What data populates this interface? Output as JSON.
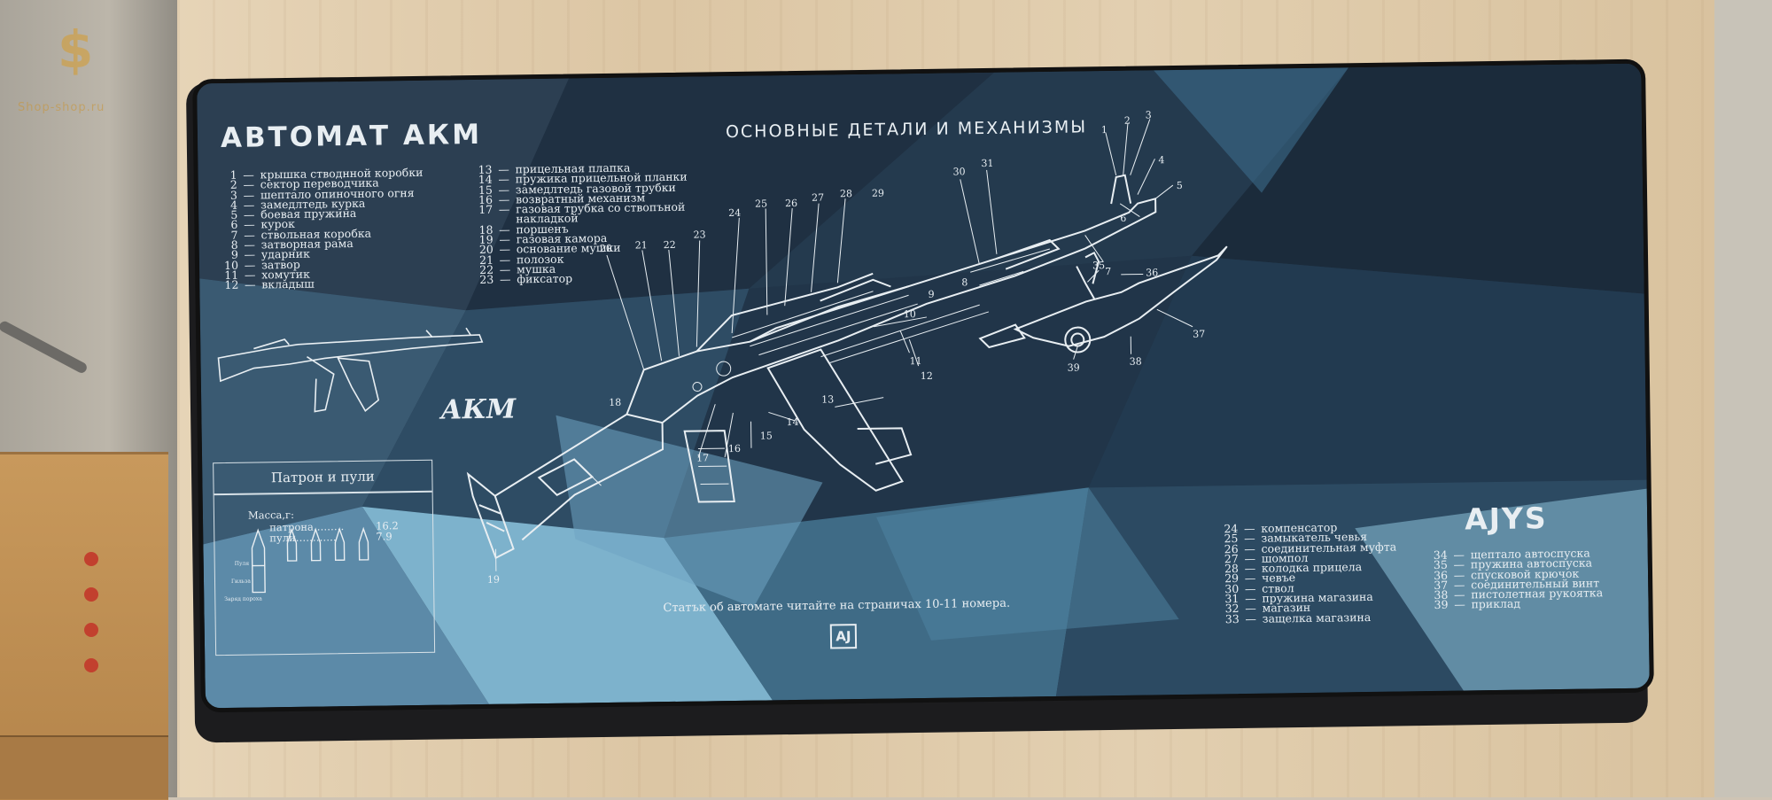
{
  "scene": {
    "watermark_icon": "shopping-bag-icon",
    "watermark_text": "Shop-shop.ru"
  },
  "mat": {
    "title": "АВТОМАТ АКМ",
    "subtitle": "ОСНОВНЫЕ  ДЕТАЛИ  И  МЕХАНИЗМЫ",
    "rifle_label": "АКМ",
    "brand": "AJYS",
    "footer": "Статък об автомате читайте на страничах 10-11 номера.",
    "logo": "AJ",
    "legend_col1": [
      {
        "n": "1",
        "t": "крышка стводнной коробки"
      },
      {
        "n": "2",
        "t": "сектор переводчика"
      },
      {
        "n": "3",
        "t": "шептало опиночного огня"
      },
      {
        "n": "4",
        "t": "замедлтедь курка"
      },
      {
        "n": "5",
        "t": "боевая пружина"
      },
      {
        "n": "6",
        "t": "курок"
      },
      {
        "n": "7",
        "t": "ствольная коробка"
      },
      {
        "n": "8",
        "t": "затворная рама"
      },
      {
        "n": "9",
        "t": "ударник"
      },
      {
        "n": "10",
        "t": "затвор"
      },
      {
        "n": "11",
        "t": "хомутик"
      },
      {
        "n": "12",
        "t": "вкладыш"
      }
    ],
    "legend_col2": [
      {
        "n": "13",
        "t": "прицельная плапка"
      },
      {
        "n": "14",
        "t": "пружика прицельной планки"
      },
      {
        "n": "15",
        "t": "замедлтедь газовой трубки"
      },
      {
        "n": "16",
        "t": "возвратный механизм"
      },
      {
        "n": "17",
        "t": "газовая трубка со ствопъной"
      },
      {
        "n": "",
        "t": "накладкой"
      },
      {
        "n": "18",
        "t": "поршенъ"
      },
      {
        "n": "19",
        "t": "газовая камора"
      },
      {
        "n": "20",
        "t": "основание мушки"
      },
      {
        "n": "21",
        "t": "полозок"
      },
      {
        "n": "22",
        "t": "мушка"
      },
      {
        "n": "23",
        "t": "фиксатор"
      }
    ],
    "legend_col3": [
      {
        "n": "24",
        "t": "компенсатор"
      },
      {
        "n": "25",
        "t": "замыкатель чевья"
      },
      {
        "n": "26",
        "t": "соединительная муфта"
      },
      {
        "n": "27",
        "t": "шомпол"
      },
      {
        "n": "28",
        "t": "колодка прицела"
      },
      {
        "n": "29",
        "t": "чевъе"
      },
      {
        "n": "30",
        "t": "ствол"
      },
      {
        "n": "31",
        "t": "пружина магазина"
      },
      {
        "n": "32",
        "t": "магазин"
      },
      {
        "n": "33",
        "t": "защелка магазина"
      }
    ],
    "legend_col4": [
      {
        "n": "34",
        "t": "щептало автоспуска"
      },
      {
        "n": "35",
        "t": "пружина автоспуска"
      },
      {
        "n": "36",
        "t": "спусковой крючок"
      },
      {
        "n": "37",
        "t": "соединительный винт"
      },
      {
        "n": "38",
        "t": "пистолетная рукоятка"
      },
      {
        "n": "39",
        "t": "приклад"
      }
    ],
    "callouts": [
      "1",
      "2",
      "3",
      "4",
      "5",
      "6",
      "7",
      "8",
      "9",
      "10",
      "11",
      "12",
      "13",
      "14",
      "15",
      "16",
      "17",
      "18",
      "19",
      "20",
      "21",
      "22",
      "23",
      "24",
      "25",
      "26",
      "27",
      "28",
      "29",
      "30",
      "31",
      "35",
      "36",
      "37",
      "38",
      "39"
    ],
    "cartridge_panel": {
      "title": "Патрон и пули",
      "mass_label": "Масса,г:",
      "rows": [
        {
          "label": "патрона………",
          "value": "16.2"
        },
        {
          "label": "пули…………",
          "value": "7.9"
        }
      ],
      "part_labels": [
        "Пуля",
        "Гильза",
        "Заряд пороха"
      ]
    }
  }
}
